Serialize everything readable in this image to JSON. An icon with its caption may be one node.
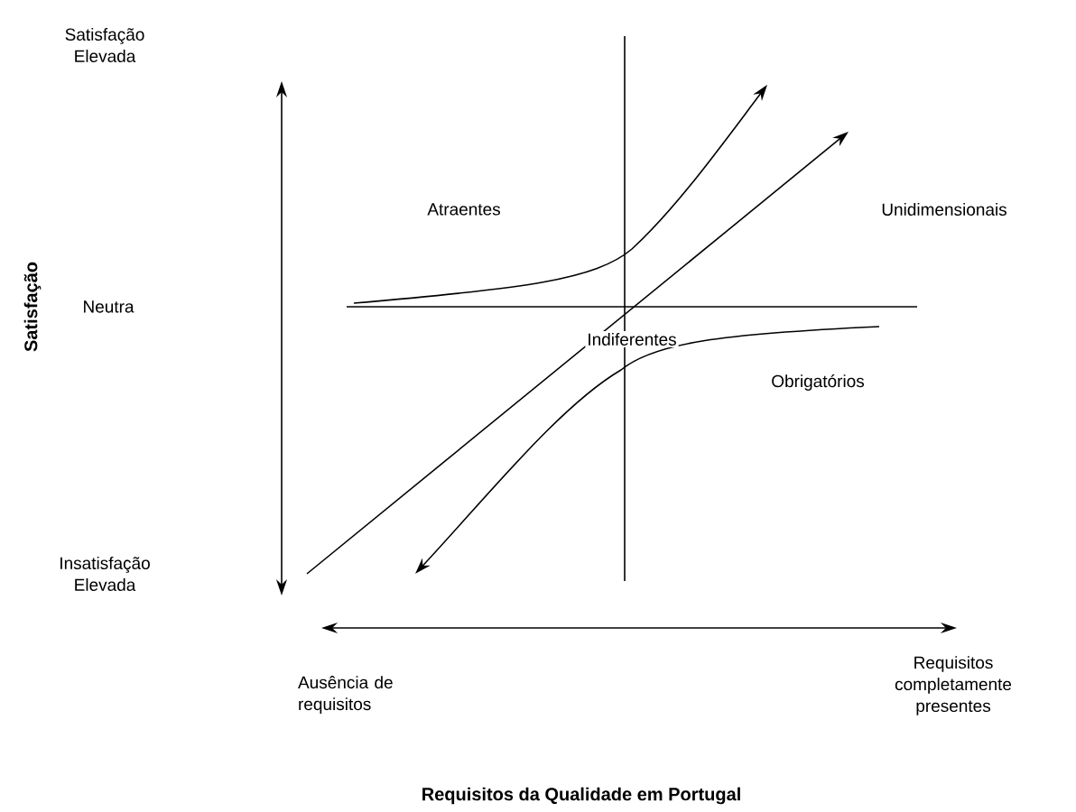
{
  "diagram": {
    "labels": [
      "Satisfação Elevada",
      "Neutra",
      "Insatisfação Elevada",
      "Satisfação",
      "Atraentes",
      "Unidimensionais",
      "Indiferentes",
      "Obrigatórios",
      "Ausência de requisitos",
      "Requisitos completamente presentes",
      "Requisitos da Qualidade em Portugal"
    ]
  }
}
